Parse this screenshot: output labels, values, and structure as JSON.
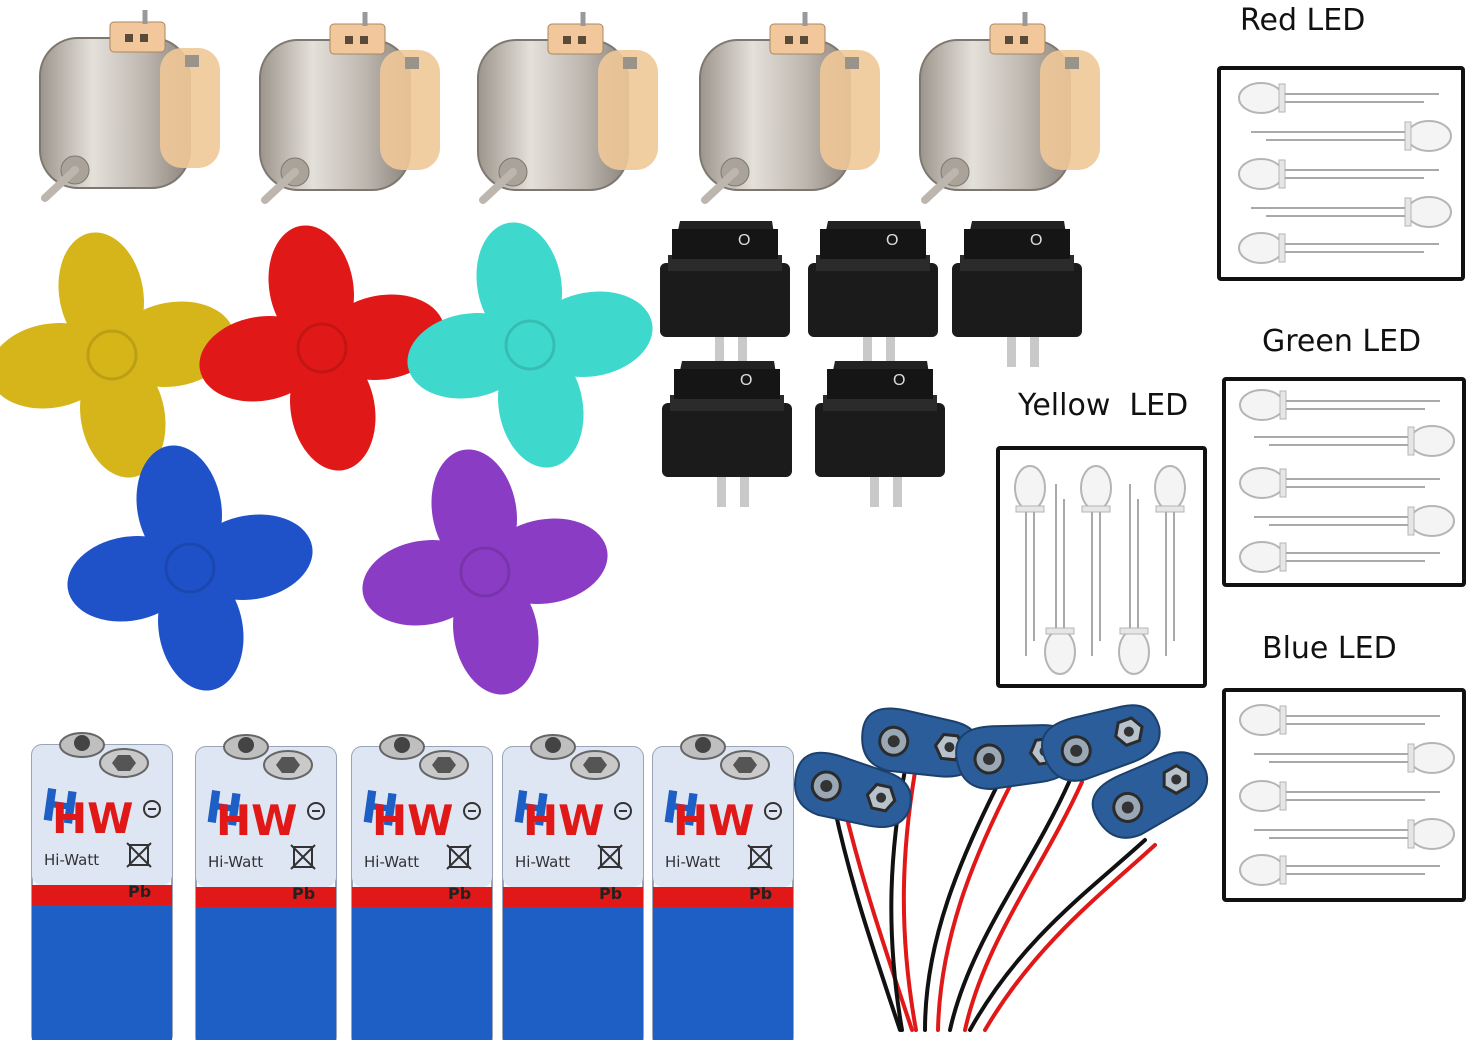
{
  "labels": {
    "red": "Red LED",
    "green": "Green LED",
    "yellow": "Yellow  LED",
    "blue": "Blue LED"
  },
  "battery": {
    "brand": "HW",
    "name": "Hi-Watt",
    "type": "Pb"
  },
  "switch_mark": "O",
  "colors": {
    "fan_yellow": "#d6b51a",
    "fan_red": "#e01818",
    "fan_cyan": "#3fd8cc",
    "fan_blue": "#1f52c8",
    "fan_purple": "#8a3cc4",
    "battery_blue": "#1d5fc4",
    "battery_red": "#e01818",
    "snap_blue": "#2a5d9a"
  },
  "counts": {
    "motors": 5,
    "fans": 5,
    "switches": 5,
    "batteries": 5,
    "snaps": 5
  }
}
